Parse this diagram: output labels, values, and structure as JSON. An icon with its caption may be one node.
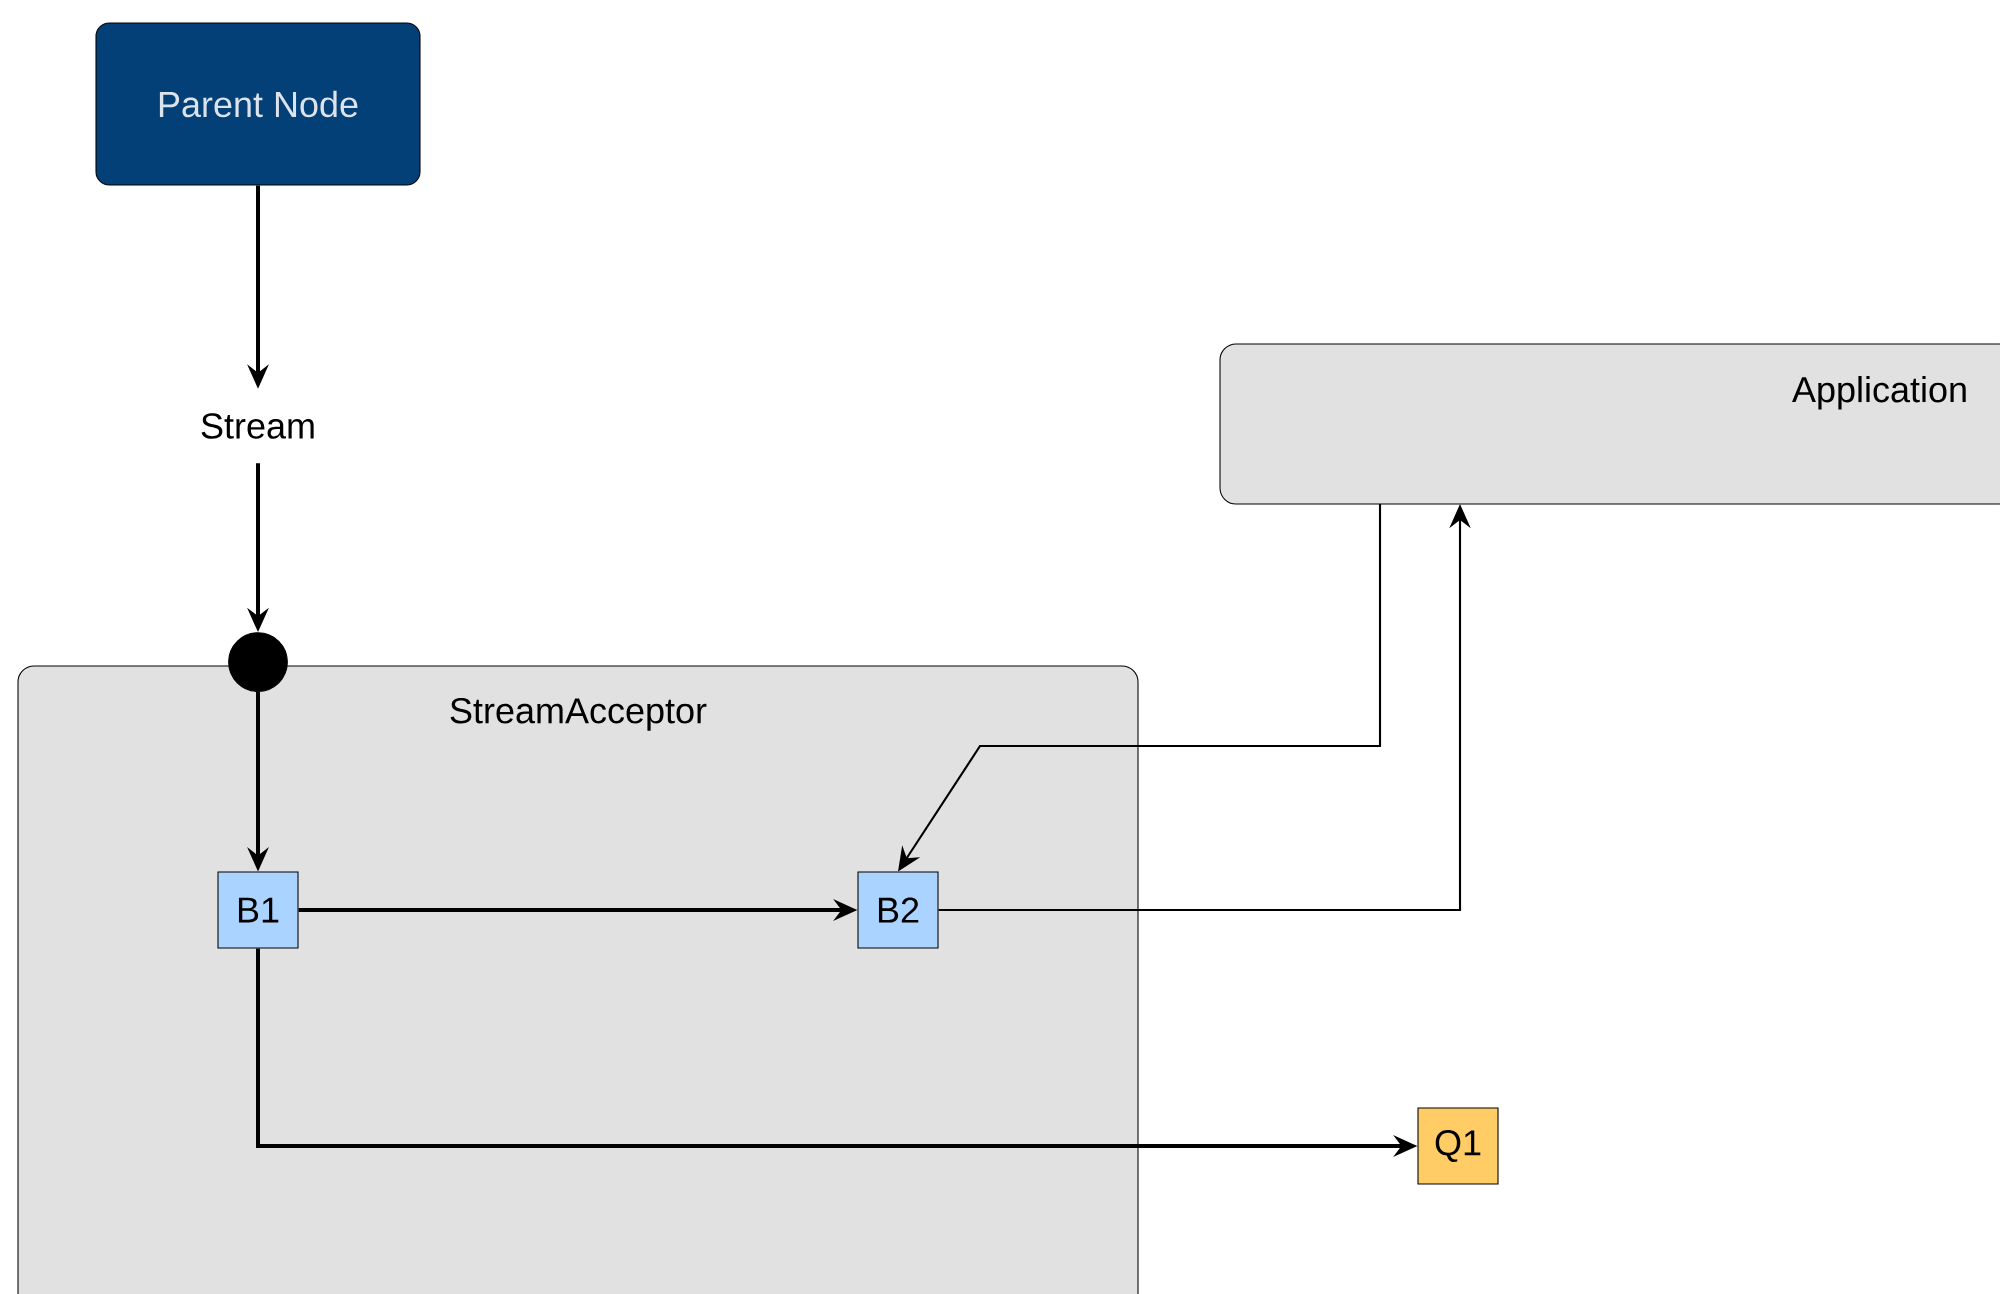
{
  "diagram": {
    "nodes": [
      {
        "text": [
          "Parent Node"
        ]
      },
      {
        "text": [
          "Stream"
        ]
      },
      {
        "text": [
          "Application"
        ]
      },
      {
        "text": [
          "StreamAcceptor"
        ]
      },
      {
        "text": [],
        "shape": "circle"
      },
      {
        "text": [
          "B1"
        ],
        "in": 3
      },
      {
        "text": [
          "B2"
        ],
        "in": 3
      },
      {
        "text": [
          "Q1"
        ]
      }
    ],
    "edges": [
      {
        "from": 0,
        "to": 1,
        "arrow": "to"
      },
      {
        "from": 1,
        "to": 4,
        "arrow": "to"
      },
      {
        "from": 4,
        "to": 5,
        "arrow": "to"
      },
      {
        "from": 5,
        "to": 6,
        "arrow": "to"
      },
      {
        "from": 2,
        "to": 6,
        "arrow": "to"
      },
      {
        "from": 6,
        "to": 2,
        "arrow": "to"
      },
      {
        "from": 5,
        "to": 7,
        "arrow": "to"
      }
    ]
  }
}
